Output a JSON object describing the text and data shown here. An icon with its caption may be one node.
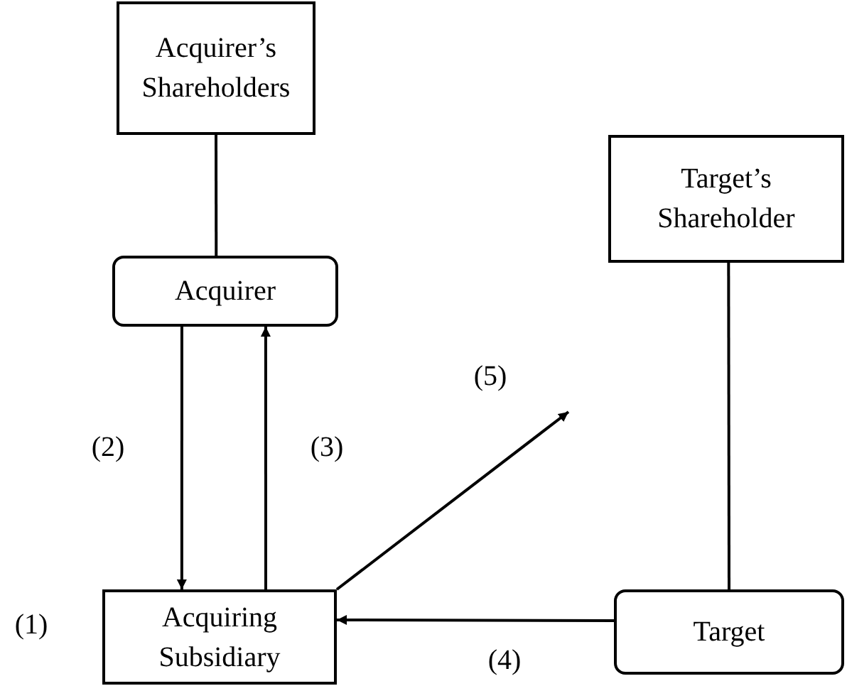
{
  "diagram": {
    "nodes": [
      {
        "text": [
          "Acquirer’s Shareholders"
        ]
      },
      {
        "text": [
          "Acquirer"
        ]
      },
      {
        "text": [
          "Target’s Shareholder"
        ]
      },
      {
        "text": [
          "Acquiring Subsidiary"
        ],
        "beside": [
          "(1)"
        ]
      },
      {
        "text": [
          "Target"
        ]
      }
    ],
    "edges": [
      {
        "from": 0,
        "to": 1,
        "arrow": "none"
      },
      {
        "from": 1,
        "to": 3,
        "arrow": "to",
        "label": "(2)"
      },
      {
        "from": 3,
        "to": 1,
        "arrow": "to",
        "label": "(3)"
      },
      {
        "from": 3,
        "to": null,
        "arrow": "to",
        "label": "(5)"
      },
      {
        "from": 4,
        "to": 3,
        "arrow": "to",
        "label": "(4)"
      },
      {
        "from": 2,
        "to": 4,
        "arrow": "none"
      }
    ]
  }
}
